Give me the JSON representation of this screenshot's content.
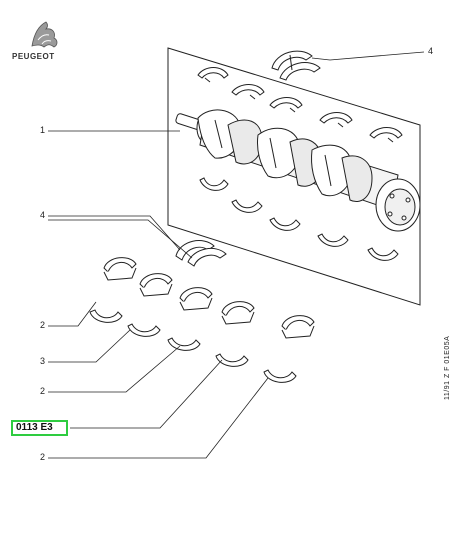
{
  "brand": {
    "name": "PEUGEOT"
  },
  "callouts": [
    {
      "id": "c4-top",
      "label": "4"
    },
    {
      "id": "c1",
      "label": "1"
    },
    {
      "id": "c4-mid",
      "label": "4"
    },
    {
      "id": "c2-a",
      "label": "2"
    },
    {
      "id": "c3",
      "label": "3"
    },
    {
      "id": "c2-b",
      "label": "2"
    },
    {
      "id": "c2-c",
      "label": "2"
    }
  ],
  "reference": {
    "code": "0113 E3"
  },
  "side_code": "11/91 Z F 01E05A",
  "icons": {
    "logo": "peugeot-lion-logo-icon"
  }
}
